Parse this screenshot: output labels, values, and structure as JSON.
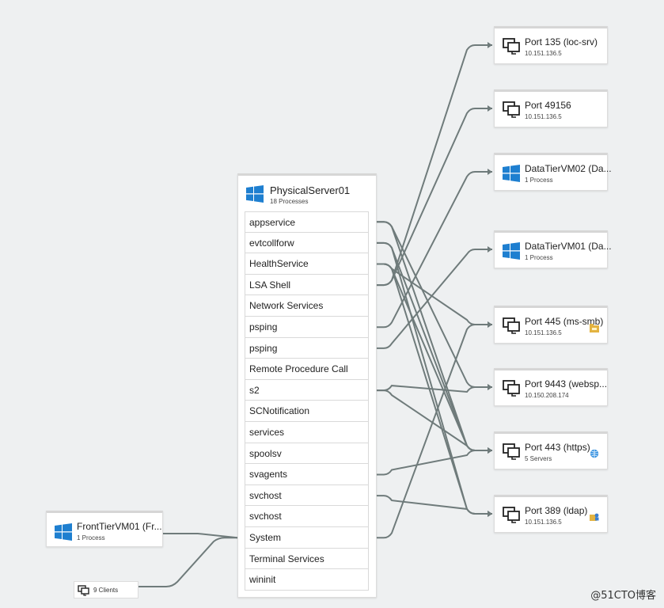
{
  "server": {
    "title": "PhysicalServer01",
    "subtitle": "18 Processes",
    "processes": [
      "appservice",
      "evtcollforw",
      "HealthService",
      "LSA Shell",
      "Network Services",
      "psping",
      "psping",
      "Remote Procedure Call",
      "s2",
      "SCNotification",
      "services",
      "spoolsv",
      "svagents",
      "svchost",
      "svchost",
      "System",
      "Terminal Services",
      "wininit"
    ]
  },
  "targets": [
    {
      "id": "t0",
      "title": "Port 135 (loc-srv)",
      "sub": "10.151.136.5",
      "icon": "monitor-stack-icon",
      "badge": null
    },
    {
      "id": "t1",
      "title": "Port 49156",
      "sub": "10.151.136.5",
      "icon": "monitor-stack-icon",
      "badge": null
    },
    {
      "id": "t2",
      "title": "DataTierVM02 (Da...",
      "sub": "1 Process",
      "icon": "windows-logo-icon",
      "badge": null
    },
    {
      "id": "t3",
      "title": "DataTierVM01 (Da...",
      "sub": "1 Process",
      "icon": "windows-logo-icon",
      "badge": null
    },
    {
      "id": "t4",
      "title": "Port 445 (ms-smb)",
      "sub": "10.151.136.5",
      "icon": "monitor-stack-icon",
      "badge": "folder-share-icon"
    },
    {
      "id": "t5",
      "title": "Port 9443 (websp...",
      "sub": "10.150.208.174",
      "icon": "monitor-stack-icon",
      "badge": null
    },
    {
      "id": "t6",
      "title": "Port 443 (https)",
      "sub": "5 Servers",
      "icon": "monitor-stack-icon",
      "badge": "globe-icon"
    },
    {
      "id": "t7",
      "title": "Port 389 (ldap)",
      "sub": "10.151.136.5",
      "icon": "monitor-stack-icon",
      "badge": "directory-icon"
    }
  ],
  "sources": {
    "frontend": {
      "title": "FrontTierVM01 (Fr...",
      "sub": "1 Process"
    },
    "clients": {
      "label": "9 Clients"
    }
  },
  "links": [
    {
      "from": 0,
      "to": 5
    },
    {
      "from": 0,
      "to": 6
    },
    {
      "from": 1,
      "to": 6
    },
    {
      "from": 1,
      "to": 7
    },
    {
      "from": 2,
      "to": 4
    },
    {
      "from": 2,
      "to": 6
    },
    {
      "from": 2,
      "to": 7
    },
    {
      "from": 3,
      "to": 0
    },
    {
      "from": 3,
      "to": 1
    },
    {
      "from": 5,
      "to": 2
    },
    {
      "from": 6,
      "to": 3
    },
    {
      "from": 8,
      "to": 5
    },
    {
      "from": 8,
      "to": 6
    },
    {
      "from": 12,
      "to": 6
    },
    {
      "from": 13,
      "to": 7
    },
    {
      "from": 15,
      "to": 4
    }
  ],
  "watermark": "@51CTO博客",
  "colors": {
    "link": "#6f7b7b",
    "windows": "#1e7fd0"
  }
}
